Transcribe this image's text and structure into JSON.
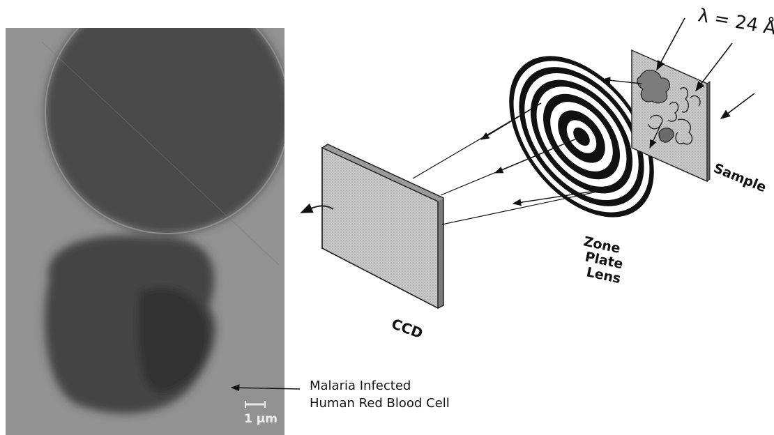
{
  "micrograph": {
    "scale_bar_label": "1 μm"
  },
  "labels": {
    "wavelength": "λ = 24 Å",
    "sample": "Sample",
    "zone_plate": [
      "Zone",
      "Plate",
      "Lens"
    ],
    "ccd": "CCD",
    "caption": [
      "Malaria Infected",
      "Human Red Blood Cell"
    ]
  },
  "colors": {
    "micrograph_bg": "#8a8a8a",
    "cell_dark": "#2e2e2e",
    "ccd_face": "#b5b5b5",
    "ink": "#111111"
  }
}
